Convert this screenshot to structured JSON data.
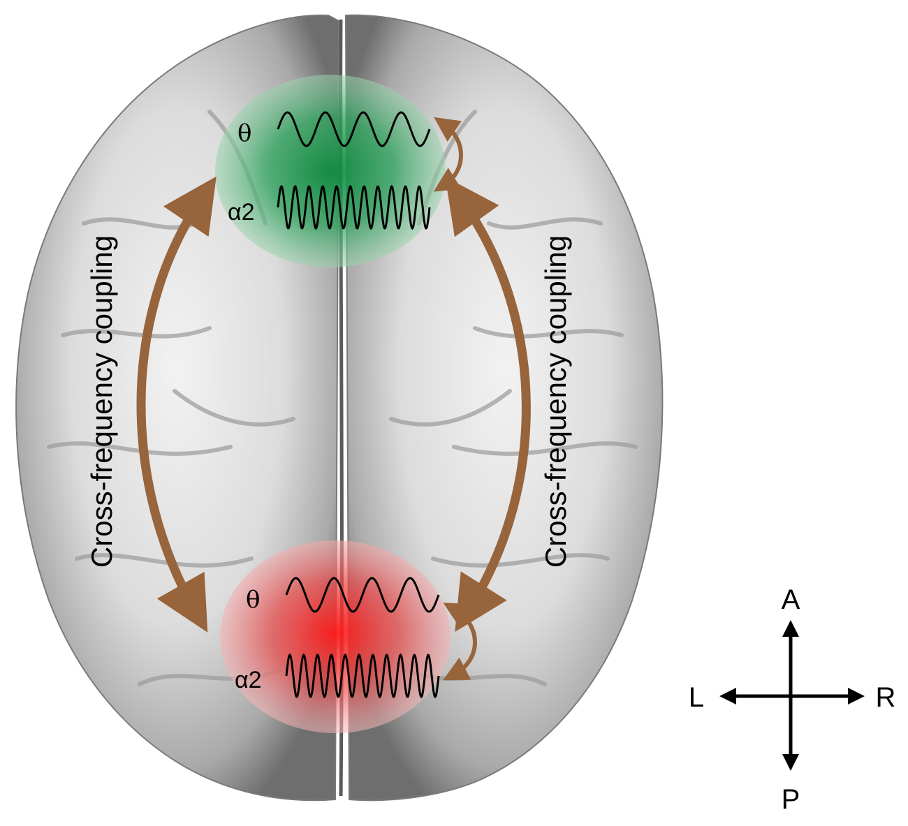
{
  "left_label": "Cross-frequency coupling",
  "right_label": "Cross-frequency coupling",
  "frontal_region": {
    "theta_label": "θ",
    "alpha_label": "α2"
  },
  "parietal_region": {
    "theta_label": "θ",
    "alpha_label": "α2"
  },
  "compass": {
    "anterior": "A",
    "posterior": "P",
    "left": "L",
    "right": "R"
  },
  "colors": {
    "frontal": "#1f9a4f",
    "parietal": "#e8262b",
    "arrow": "#97643b",
    "brain_fill": "#cfcfcf",
    "brain_shadow": "#8a8a8a"
  }
}
